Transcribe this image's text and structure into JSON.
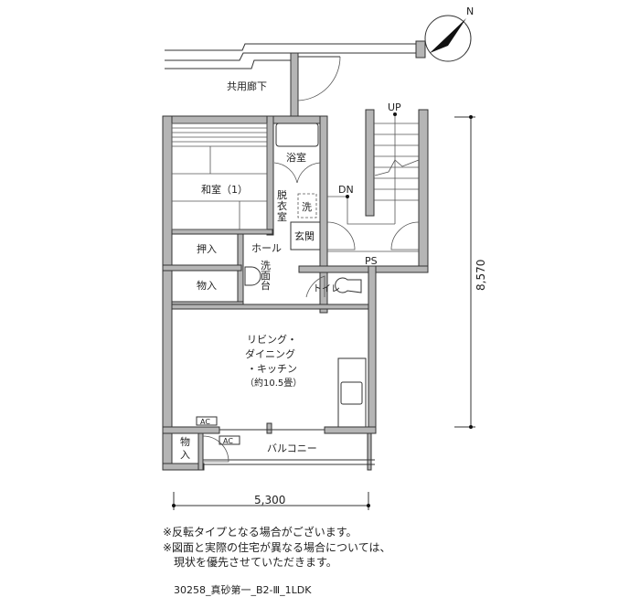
{
  "compass": {
    "label": "N"
  },
  "rooms": {
    "corridor": "共用廊下",
    "washitsu": "和室（1）",
    "bath": "浴室",
    "dressing": [
      "脱",
      "衣",
      "室"
    ],
    "washer": "洗",
    "entrance": "玄関",
    "hall": "ホール",
    "closet1": "押入",
    "storage1": "物入",
    "washbasin": [
      "洗",
      "面",
      "台"
    ],
    "toilet": "トイレ",
    "ps": "PS",
    "up": "UP",
    "dn": "DN",
    "ldk_lines": [
      "リビング・",
      "ダイニング",
      "・キッチン",
      "（約10.5畳）"
    ],
    "ac1": "AC",
    "ac2": "AC",
    "storage2": [
      "物",
      "入"
    ],
    "balcony": "バルコニー"
  },
  "dimensions": {
    "width": "5,300",
    "depth": "8,570"
  },
  "notes": [
    "※反転タイプとなる場合がございます。",
    "※図面と実際の住宅が異なる場合については、",
    "　現状を優先させていただきます。"
  ],
  "footer": "30258_真砂第一_B2-Ⅲ_1LDK"
}
